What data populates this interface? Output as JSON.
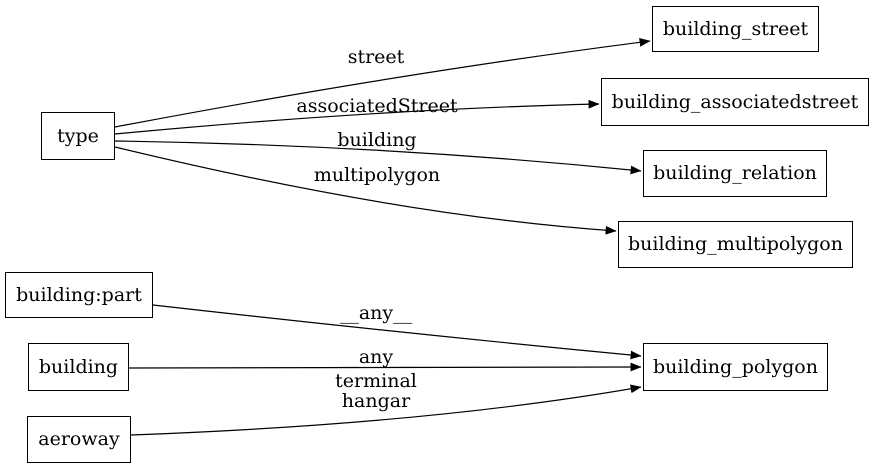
{
  "diagram": {
    "colors": {
      "background": "#ffffff",
      "stroke": "#000000",
      "text": "#000000"
    },
    "nodes": [
      {
        "id": "type",
        "label": "type"
      },
      {
        "id": "building-part",
        "label": "building:part"
      },
      {
        "id": "building",
        "label": "building"
      },
      {
        "id": "aeroway",
        "label": "aeroway"
      },
      {
        "id": "building-street",
        "label": "building_street"
      },
      {
        "id": "building-associatedstreet",
        "label": "building_associatedstreet"
      },
      {
        "id": "building-relation",
        "label": "building_relation"
      },
      {
        "id": "building-multipolygon",
        "label": "building_multipolygon"
      },
      {
        "id": "building-polygon",
        "label": "building_polygon"
      }
    ],
    "edges": [
      {
        "from": "type",
        "to": "building_street",
        "label": "street"
      },
      {
        "from": "type",
        "to": "building_associatedstreet",
        "label": "associatedStreet"
      },
      {
        "from": "type",
        "to": "building_relation",
        "label": "building"
      },
      {
        "from": "type",
        "to": "building_multipolygon",
        "label": "multipolygon"
      },
      {
        "from": "building:part",
        "to": "building_polygon",
        "label": "__any__"
      },
      {
        "from": "building",
        "to": "building_polygon",
        "label": "__any__"
      },
      {
        "from": "aeroway",
        "to": "building_polygon",
        "label": "terminal\nhangar"
      }
    ]
  }
}
